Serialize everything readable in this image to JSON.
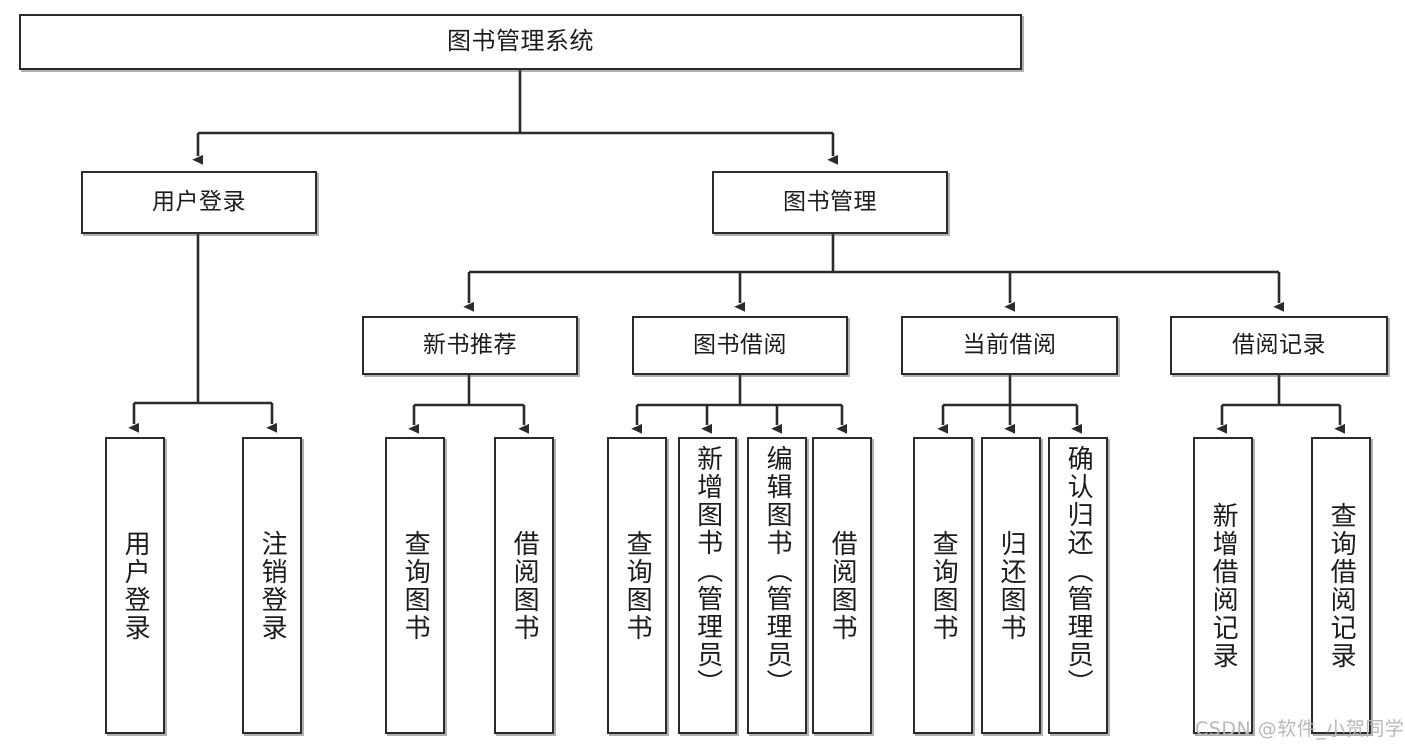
{
  "diagram": {
    "title": "图书管理系统",
    "type": "tree",
    "root": {
      "label": "图书管理系统"
    },
    "level1": [
      {
        "label": "用户登录"
      },
      {
        "label": "图书管理"
      }
    ],
    "level2": [
      {
        "label": "新书推荐"
      },
      {
        "label": "图书借阅"
      },
      {
        "label": "当前借阅"
      },
      {
        "label": "借阅记录"
      }
    ],
    "leaves": {
      "user_login": [
        {
          "label": "用户登录"
        },
        {
          "label": "注销登录"
        }
      ],
      "new_book_recommend": [
        {
          "label": "查询图书"
        },
        {
          "label": "借阅图书"
        }
      ],
      "book_borrow": [
        {
          "label": "查询图书"
        },
        {
          "label": "新增图书（管理员）"
        },
        {
          "label": "编辑图书（管理员）"
        },
        {
          "label": "借阅图书"
        }
      ],
      "current_borrow": [
        {
          "label": "查询图书"
        },
        {
          "label": "归还图书"
        },
        {
          "label": "确认归还（管理员）"
        }
      ],
      "borrow_record": [
        {
          "label": "新增借阅记录"
        },
        {
          "label": "查询借阅记录"
        }
      ]
    }
  },
  "watermark": {
    "text": "CSDN @软件_小贺同学"
  },
  "colors": {
    "border": "#2b2b2b",
    "background": "#ffffff",
    "text": "#1c1c1c",
    "watermark": "#b9b9b9"
  }
}
